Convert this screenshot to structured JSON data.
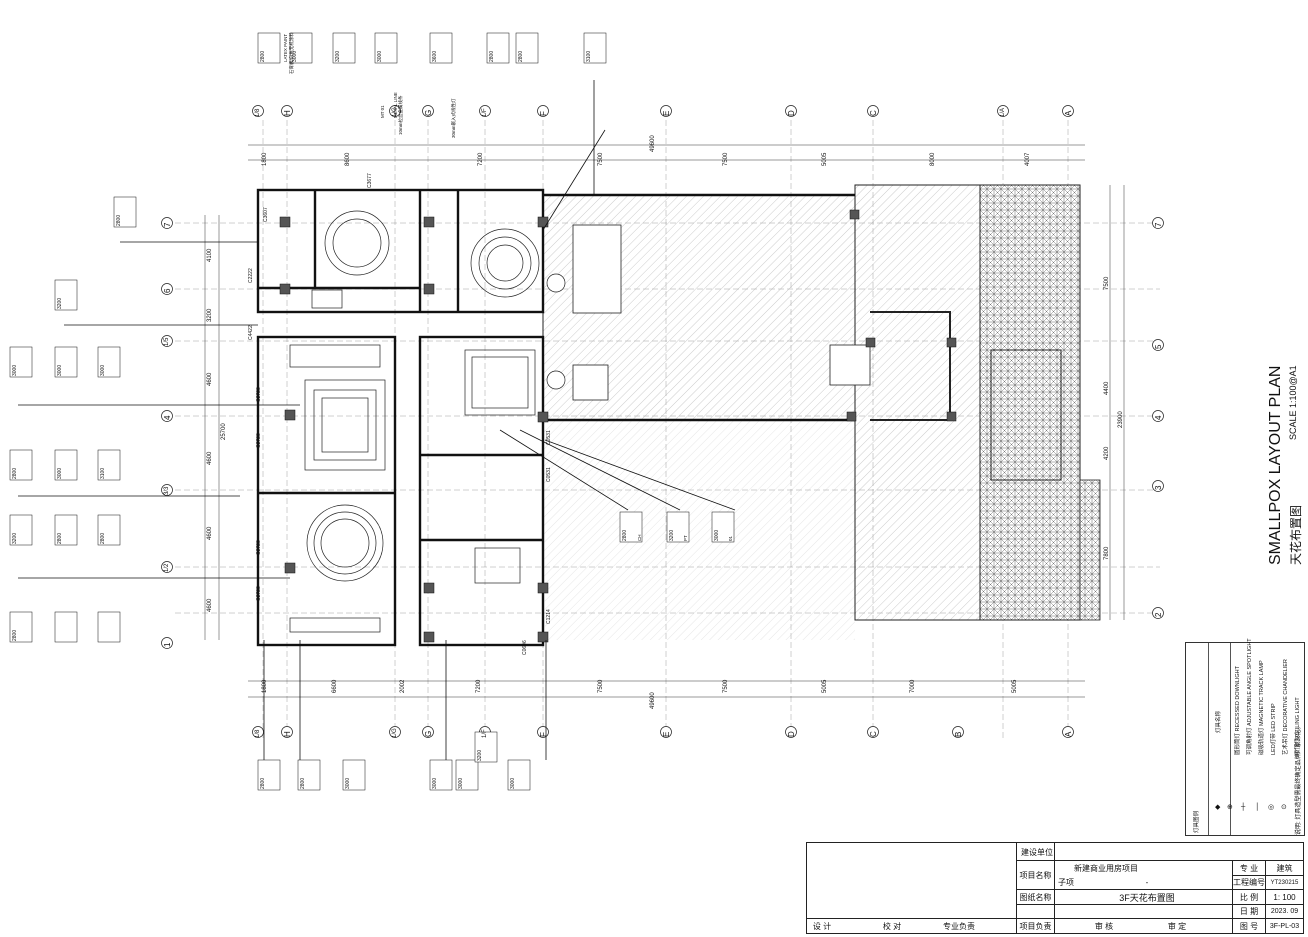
{
  "drawing": {
    "title_en": "SMALLPOX LAYOUT PLAN",
    "title_cn": "天花布置图",
    "scale": "SCALE 1:100@A1"
  },
  "colors": {
    "line": "#222222",
    "hatch": "#999999",
    "paper": "#ffffff"
  },
  "grid": {
    "top_labels": [
      "1/8",
      "H",
      "1/G",
      "G",
      "1/F",
      "F",
      "E",
      "D",
      "C",
      "1/A",
      "A"
    ],
    "bottom_labels": [
      "1/8",
      "H",
      "1/G",
      "G",
      "1/F",
      "F",
      "E",
      "D",
      "C",
      "B",
      "A"
    ],
    "row_labels_left": [
      "7",
      "6",
      "1/5",
      "4",
      "3/3",
      "1/2",
      "1"
    ],
    "row_labels_right": [
      "7",
      "5",
      "4",
      "3",
      "2"
    ],
    "top_dims": [
      "1800",
      "8600",
      "7200",
      "7500",
      "7500",
      "5005",
      "8000",
      "4007"
    ],
    "bottom_dims": [
      "1800",
      "6600",
      "2002",
      "7200",
      "7500",
      "7500",
      "5005",
      "7000",
      "5005"
    ],
    "total_top": "49600",
    "total_bottom": "49600",
    "right_dims": [
      "7500",
      "4400",
      "4200",
      "7800"
    ],
    "right_total": "23900",
    "left_dims": [
      "4100",
      "3200",
      "4600",
      "4600",
      "4600",
      "4600"
    ],
    "left_total": "25700"
  },
  "tags": {
    "ch_label": "CH",
    "pt_label": "PT",
    "pt_code": "01",
    "latex": "LATEX PAINT",
    "board": "石膏板/白色无机涂料",
    "heights_top": [
      "2800",
      "3000",
      "3200",
      "3000",
      "3600",
      "2800",
      "2800",
      "3100"
    ],
    "heights_left": [
      "2800",
      "3200",
      "3000",
      "3000",
      "3000",
      "2800",
      "3000",
      "3100",
      "3200",
      "2800",
      "2800",
      "2800"
    ],
    "heights_bottom": [
      "2800",
      "2800",
      "3000",
      "3000",
      "3000",
      "3000",
      "3200"
    ],
    "heights_mid": [
      "2800",
      "3200",
      "3000"
    ],
    "metal_note": "10mm拉丝金属线条",
    "metal_code": "MT 01",
    "metal_line": "METAL LINE",
    "light_note": "30mm嵌入式线性灯",
    "room_codes": [
      "C3677",
      "C3607",
      "C2222",
      "C4422",
      "C2728",
      "C2728",
      "C2728",
      "C2728",
      "C0531",
      "C0531",
      "C1214",
      "C0606"
    ]
  },
  "legend": {
    "header_symbol": "灯具图例",
    "header_name": "灯具名称",
    "items": [
      "圆形筒灯 RECESSED DOWNLIGHT",
      "可调角射灯 ADJUSTABLE ANGLE SPOTLIGHT",
      "磁吸轨道灯 MAGNETIC TRACK LAMP",
      "LED灯带 LED STRIP",
      "艺术吊灯 DECORATIVE CHANDELIER",
      "吸顶灯 CEILING LIGHT"
    ],
    "icons": [
      "◆",
      "⊕",
      "┼",
      "│",
      "◎",
      "⊙"
    ],
    "note": "说明: 灯具造型需最终确定品牌厂家深化。"
  },
  "title_block": {
    "client_label": "建设单位",
    "project_label": "项目名称",
    "project_value": "新建商业用房项目",
    "sub_label": "子项",
    "sub_value": "-",
    "drawing_label": "图纸名称",
    "drawing_value": "3F天花布置图",
    "major_label": "专 业",
    "major_value": "建筑",
    "project_no_label": "工程编号",
    "project_no_value": "YT230215",
    "scale_label": "比 例",
    "scale_value": "1: 100",
    "date_label": "日 期",
    "date_value": "2023. 09",
    "sheet_label": "图 号",
    "sheet_value": "3F-PL-03",
    "design_label": "设 计",
    "check_label": "校 对",
    "lead_label": "专业负责",
    "pm_label": "项目负责",
    "review_label": "审 核",
    "approve_label": "审 定"
  }
}
